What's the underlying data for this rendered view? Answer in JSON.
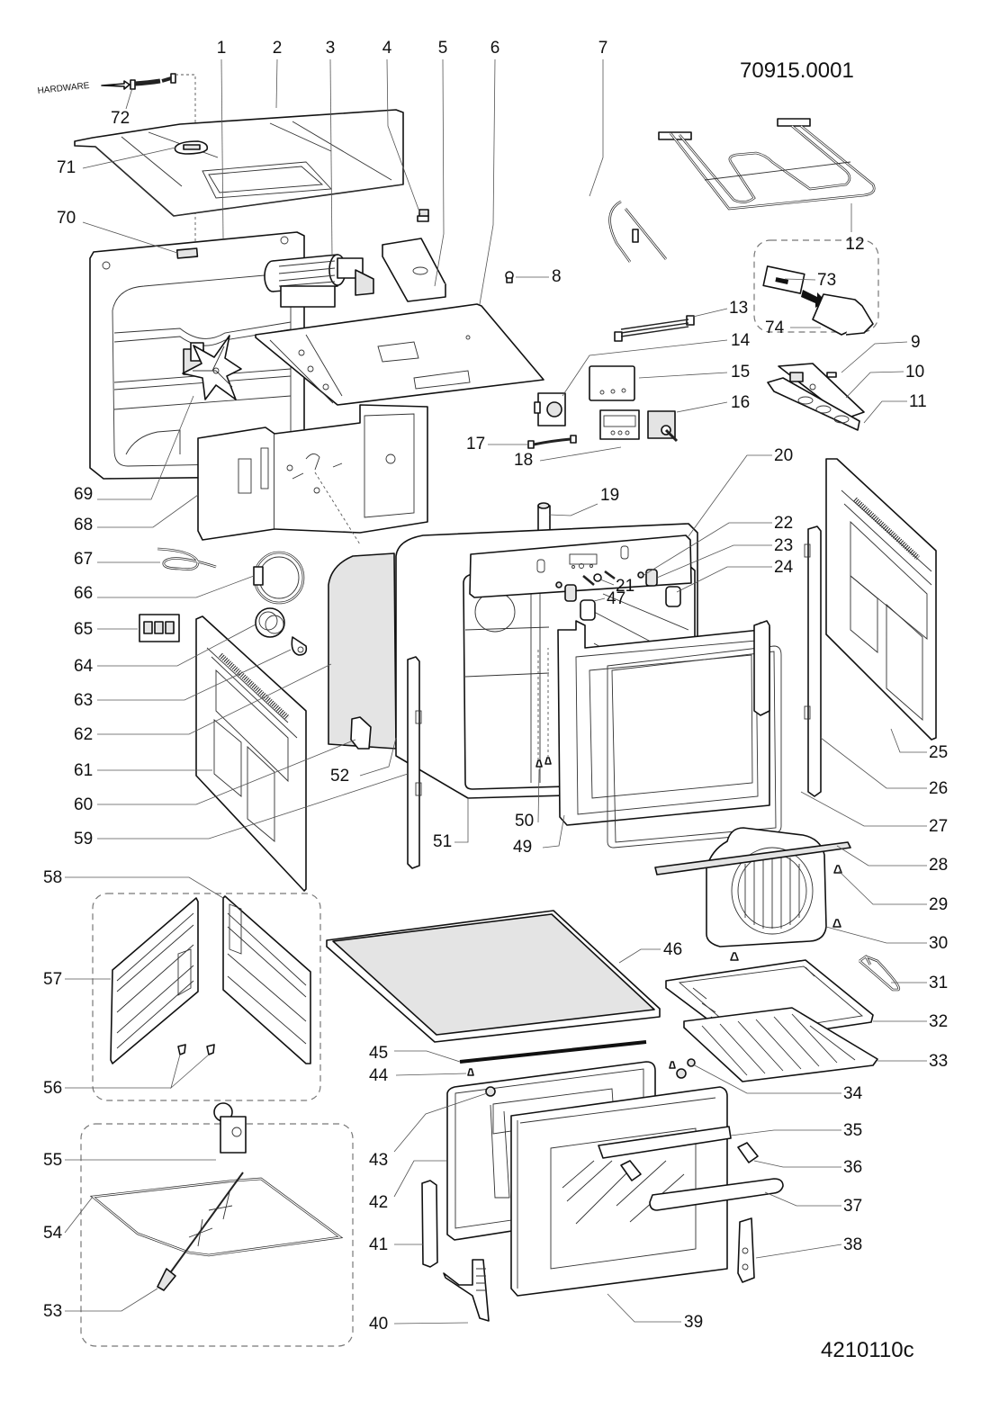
{
  "document": {
    "type": "exploded-parts-diagram",
    "subject": "built-in oven",
    "model_code": "70915.0001",
    "drawing_code": "4210110c",
    "hardware_note": "HARDWARE"
  },
  "callouts": [
    {
      "id": "1"
    },
    {
      "id": "2"
    },
    {
      "id": "3"
    },
    {
      "id": "4"
    },
    {
      "id": "5"
    },
    {
      "id": "6"
    },
    {
      "id": "7"
    },
    {
      "id": "8"
    },
    {
      "id": "9"
    },
    {
      "id": "10"
    },
    {
      "id": "11"
    },
    {
      "id": "12"
    },
    {
      "id": "13"
    },
    {
      "id": "14"
    },
    {
      "id": "15"
    },
    {
      "id": "16"
    },
    {
      "id": "17"
    },
    {
      "id": "18"
    },
    {
      "id": "19"
    },
    {
      "id": "20"
    },
    {
      "id": "21"
    },
    {
      "id": "22"
    },
    {
      "id": "23"
    },
    {
      "id": "24"
    },
    {
      "id": "25"
    },
    {
      "id": "26"
    },
    {
      "id": "27"
    },
    {
      "id": "28"
    },
    {
      "id": "29"
    },
    {
      "id": "30"
    },
    {
      "id": "31"
    },
    {
      "id": "32"
    },
    {
      "id": "33"
    },
    {
      "id": "34"
    },
    {
      "id": "35"
    },
    {
      "id": "36"
    },
    {
      "id": "37"
    },
    {
      "id": "38"
    },
    {
      "id": "39"
    },
    {
      "id": "40"
    },
    {
      "id": "41"
    },
    {
      "id": "42"
    },
    {
      "id": "43"
    },
    {
      "id": "44"
    },
    {
      "id": "45"
    },
    {
      "id": "46"
    },
    {
      "id": "47"
    },
    {
      "id": "49"
    },
    {
      "id": "50"
    },
    {
      "id": "51"
    },
    {
      "id": "52"
    },
    {
      "id": "53"
    },
    {
      "id": "54"
    },
    {
      "id": "55"
    },
    {
      "id": "56"
    },
    {
      "id": "57"
    },
    {
      "id": "58"
    },
    {
      "id": "59"
    },
    {
      "id": "60"
    },
    {
      "id": "61"
    },
    {
      "id": "62"
    },
    {
      "id": "63"
    },
    {
      "id": "64"
    },
    {
      "id": "65"
    },
    {
      "id": "66"
    },
    {
      "id": "67"
    },
    {
      "id": "68"
    },
    {
      "id": "69"
    },
    {
      "id": "70"
    },
    {
      "id": "71"
    },
    {
      "id": "72"
    },
    {
      "id": "73"
    },
    {
      "id": "74"
    }
  ],
  "groups": [
    {
      "name": "catalytic-side-panels-kit",
      "members": [
        "56",
        "57",
        "58"
      ]
    },
    {
      "name": "rotisserie-kit",
      "members": [
        "53",
        "54",
        "55"
      ]
    },
    {
      "name": "control-board-kit",
      "members": [
        "73",
        "74"
      ]
    }
  ]
}
